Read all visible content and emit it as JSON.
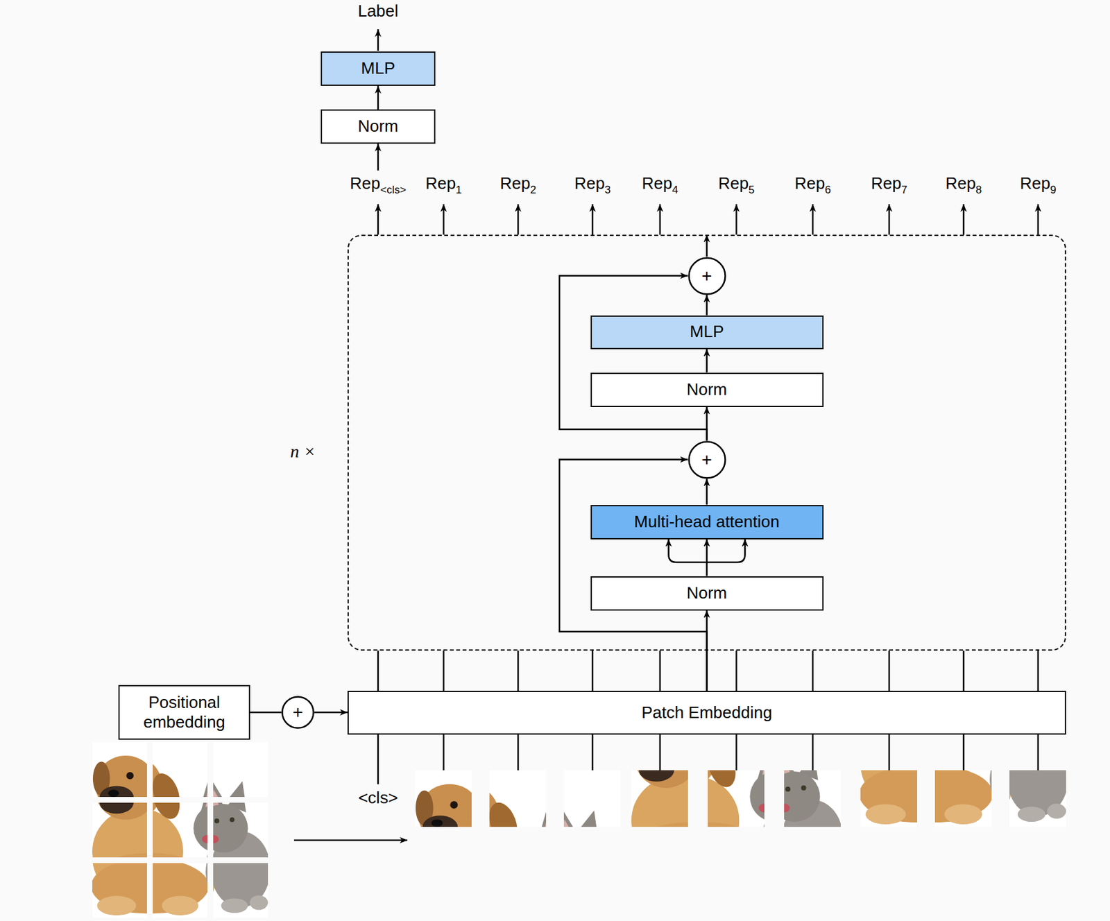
{
  "diagram": {
    "nodes": [
      {
        "text": [
          "MLP"
        ]
      },
      {
        "text": [
          "Norm"
        ]
      },
      {
        "text": [
          "n ×"
        ]
      },
      {
        "text": [
          "+"
        ],
        "in": 2
      },
      {
        "text": [
          "MLP"
        ],
        "in": 2
      },
      {
        "text": [
          "Norm"
        ],
        "in": 2
      },
      {
        "text": [
          "+"
        ],
        "in": 2
      },
      {
        "text": [
          "Multi-head attention"
        ],
        "in": 2
      },
      {
        "text": [
          "Norm"
        ],
        "in": 2
      },
      {
        "text": [
          "Positional embedding"
        ]
      },
      {
        "text": [
          "+"
        ]
      },
      {
        "text": [
          "Patch Embedding"
        ]
      }
    ],
    "edges": [
      {
        "from": 11,
        "to": 8,
        "arrow": "to"
      },
      {
        "from": 11,
        "to": 6,
        "arrow": "to"
      },
      {
        "from": 8,
        "to": 7,
        "arrow": "to"
      },
      {
        "from": 7,
        "to": 6,
        "arrow": "to"
      },
      {
        "from": 6,
        "to": 5,
        "arrow": "to"
      },
      {
        "from": 6,
        "to": 3,
        "arrow": "to"
      },
      {
        "from": 5,
        "to": 4,
        "arrow": "to"
      },
      {
        "from": 4,
        "to": 3,
        "arrow": "to"
      },
      {
        "from": 3,
        "to": 2,
        "arrow": "to"
      },
      {
        "from": 1,
        "to": 0,
        "arrow": "to"
      },
      {
        "from": 9,
        "to": 10,
        "arrow": "none"
      },
      {
        "from": 10,
        "to": 11,
        "arrow": "to"
      }
    ],
    "labels": [
      "Label",
      "Rep<cls>",
      "Rep1",
      "Rep2",
      "Rep3",
      "Rep4",
      "Rep5",
      "Rep6",
      "Rep7",
      "Rep8",
      "Rep9",
      "<cls>"
    ]
  }
}
